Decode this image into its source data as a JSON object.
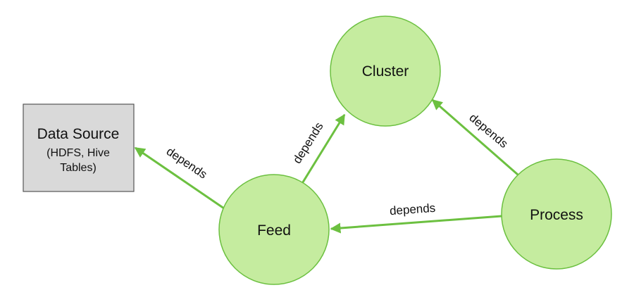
{
  "colors": {
    "node_fill": "#c5ec9f",
    "node_stroke": "#6cc040",
    "edge": "#6cc040",
    "source_fill": "#d9d9d9",
    "source_stroke": "#555555"
  },
  "nodes": {
    "data_source": {
      "title": "Data Source",
      "subtitle_line1": "(HDFS, Hive",
      "subtitle_line2": "Tables)"
    },
    "cluster": {
      "label": "Cluster"
    },
    "feed": {
      "label": "Feed"
    },
    "process": {
      "label": "Process"
    }
  },
  "edges": {
    "feed_to_data_source": {
      "label": "depends"
    },
    "feed_to_cluster": {
      "label": "depends"
    },
    "process_to_cluster": {
      "label": "depends"
    },
    "process_to_feed": {
      "label": "depends"
    }
  }
}
